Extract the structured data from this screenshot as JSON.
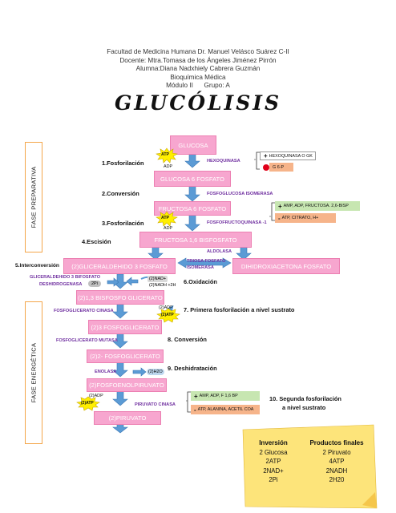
{
  "header": {
    "lines": [
      "Facultad de Medicina Humana Dr. Manuel Velásco Suárez C-II",
      "Docente: Mtra.Tomasa de los Ángeles Jiménez Pirrón",
      "Alumna:Diana Nadxhiely Cabrera Guzmán",
      "Bioquímica Médica",
      "Módulo II      Grupo: A"
    ]
  },
  "title": "GLUCÓLISIS",
  "phases": {
    "preparatory": "FASE PREPARATIVA",
    "energetic": "FASE ENERGÉTICA"
  },
  "metabolites": {
    "glucosa": "GLUCOSA",
    "g6p": "GLUCOSA 6 FOSFATO",
    "f6p": "FRUCTOSA 6 FOSFATO",
    "f16bp": "FRUCTOSA 1,6 BISFOSFATO",
    "g3p": "(2)GLICERALDEHIDO 3 FOSFATO",
    "dhap": "DIHIDROXIACETONA FOSFATO",
    "bpg13": "(2)1,3 BISFOSFO GLICERATO",
    "pg3": "(2)3 FOSFOGLICERATO",
    "pg2": "(2)2- FOSFOGLICERATO",
    "pep": "(2)FOSFOENOLPIRUVATO",
    "pyr": "(2)PIRUVATO"
  },
  "steps": {
    "s1": "1.Fosforilación",
    "s2": "2.Conversión",
    "s3": "3.Fosforilación",
    "s4": "4.Escisión",
    "s5": "5.Interconversión",
    "s6": "6.Oxidación",
    "s7": "7. Primera fosforilación a nivel sustrato",
    "s8": "8. Conversión",
    "s9": "9. Deshidratación",
    "s10a": "10. Segunda fosforilación",
    "s10b": "a nivel sustrato"
  },
  "enzymes": {
    "hexoquinasa": "HEXOQUINASA",
    "fgi": "FOSFOGLUCOSA ISOMERASA",
    "pfk1": "FOSFOFRUCTOQUINASA -1",
    "aldolasa": "ALDOLASA",
    "tpi1": "TRIOSA FOSFATO",
    "tpi2": "ISOMERASA",
    "g3pdh1": "GLICERALDEHIDO 3 BIFOSFATO",
    "g3pdh2": "DESHIDROGENASA",
    "pgk": "FOSFOGLICERATO CINASA",
    "pgm": "FOSFOGLICERATO MUTASA",
    "enolasa": "ENOLASA",
    "pk": "PIRUVATO CINASA"
  },
  "cofactors": {
    "atp": "ATP",
    "adp": "ADP",
    "two_adp": "(2)ADP",
    "two_atp": "(2)ATP",
    "two_pi": "2Pi",
    "nad": "(2)NAD+",
    "nadh": "(2)NADH +2H",
    "h2o": "(2)H2O"
  },
  "regulators": {
    "hk_plus_sign": "+",
    "hk_plus": "HEXOQUINASA O GK",
    "hk_minus": "G 6-P",
    "pfk_plus_sign": "+",
    "pfk_plus": "AMP, ADP, FRUCTOSA. 2,6-BISP",
    "pfk_minus_sign": "-",
    "pfk_minus": "ATP, CITRATO, H+",
    "pk_plus_sign": "+",
    "pk_plus": "AMP, ADP, F 1,6 BP",
    "pk_minus_sign": "-",
    "pk_minus": "ATP, ALANINA, ACETIL COA"
  },
  "summary": {
    "inversion_title": "Inversión",
    "inversion": [
      "2 Glucosa",
      "2ATP",
      "2NAD+",
      "2Pi"
    ],
    "products_title": "Productos finales",
    "products": [
      "2 Piruvato",
      "4ATP",
      "2NADH",
      "2H20"
    ]
  },
  "colors": {
    "pink_box": "#f7a6cf",
    "arrow_blue": "#5b9bd5",
    "enzyme_purple": "#7030a0",
    "atp_yellow": "#ffef00",
    "note_yellow": "#fde47a"
  }
}
